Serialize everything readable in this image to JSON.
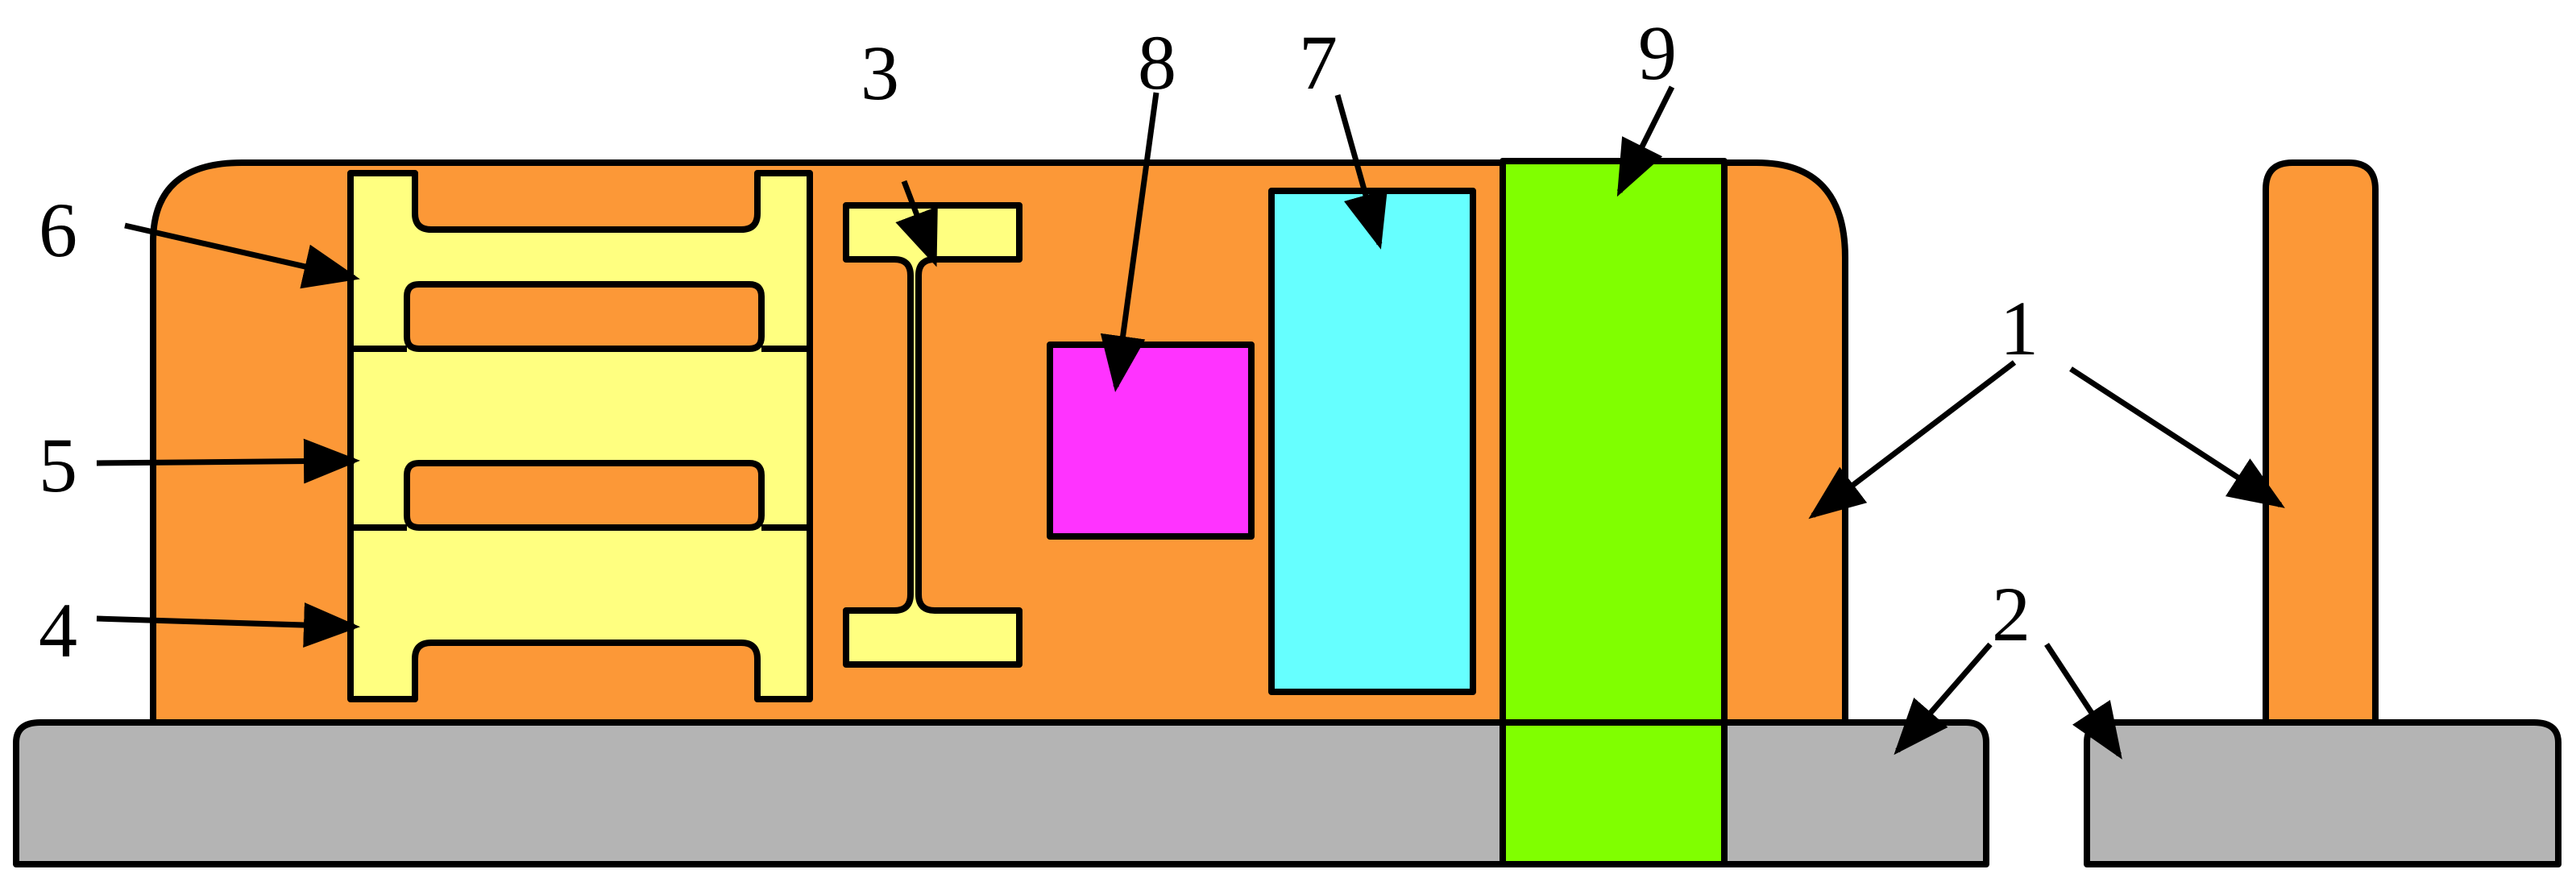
{
  "labels": {
    "l1": "1",
    "l2": "2",
    "l3": "3",
    "l4": "4",
    "l5": "5",
    "l6": "6",
    "l7": "7",
    "l8": "8",
    "l9": "9"
  },
  "colors": {
    "body": "#FC9837",
    "base": "#B4B4B4",
    "ibeam": "#FFFF80",
    "cyan_block": "#66FFFF",
    "magenta_block": "#FF33FF",
    "green_block": "#80FF00",
    "outline": "#000000"
  }
}
